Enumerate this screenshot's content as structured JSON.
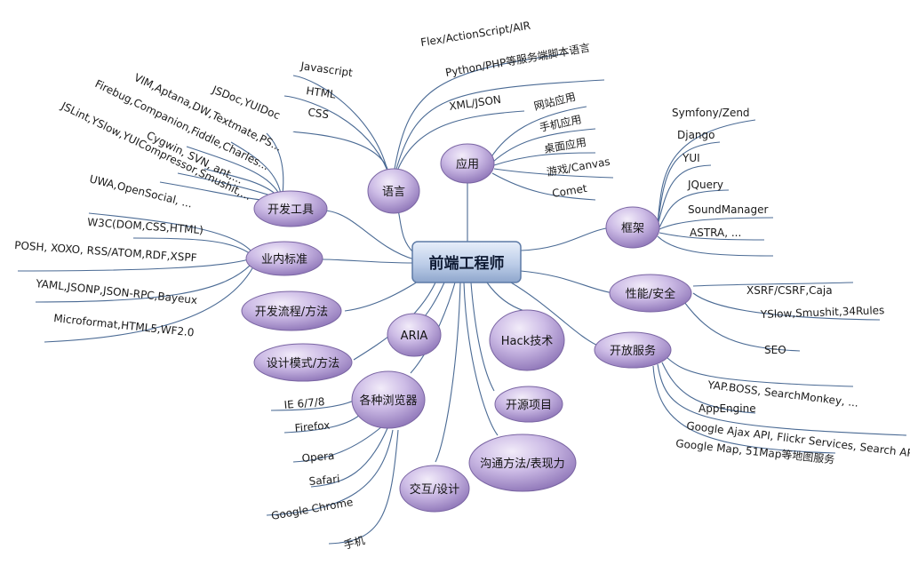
{
  "center": {
    "label": "前端工程师"
  },
  "nodes": {
    "yuyan": "语言",
    "yingyong": "应用",
    "kuangjia": "框架",
    "kaifagongju": "开发工具",
    "yeneibiaozhun": "业内标准",
    "kaifaliucheng": "开发流程/方法",
    "aria": "ARIA",
    "hack": "Hack技术",
    "xingneng": "性能/安全",
    "kaifangfuwu": "开放服务",
    "shejimoshi": "设计模式/方法",
    "liulanqi": "各种浏览器",
    "kaiyuan": "开源项目",
    "goutong": "沟通方法/表现力",
    "jiaohu": "交互/设计"
  },
  "leaves": {
    "flex": "Flex/ActionScript/AIR",
    "python": "Python/PHP等服务端脚本语言",
    "xml": "XML/JSON",
    "javascript": "Javascript",
    "html": "HTML",
    "css": "CSS",
    "wangzhan": "网站应用",
    "shouji_app": "手机应用",
    "zhuomian": "桌面应用",
    "youxi": "游戏/Canvas",
    "comet": "Comet",
    "symfony": "Symfony/Zend",
    "django": "Django",
    "yui": "YUI",
    "jquery": "JQuery",
    "soundmanager": "SoundManager",
    "astra": "ASTRA, ...",
    "jsdoc": "JSDoc,YUIDoc",
    "vim": "VIM,Aptana,DW,Textmate,PS...",
    "firebug": "Firebug,Companion,Fiddle,Charles...",
    "cygwin": "Cygwin, SVN, ant,...",
    "jslint": "JSLint,YSlow,YUICompressor,Smushit,...",
    "uwa": "UWA,OpenSocial, ...",
    "w3c": "W3C(DOM,CSS,HTML)",
    "posh": "POSH, XOXO, RSS/ATOM,RDF,XSPF",
    "yaml": "YAML,JSONP,JSON-RPC,Bayeux",
    "microformat": "Microformat,HTML5,WF2.0",
    "xsrf": "XSRF/CSRF,Caja",
    "yslow": "YSlow,Smushit,34Rules",
    "seo": "SEO",
    "yap": "YAP.BOSS, SearchMonkey, ...",
    "appengine": "AppEngine",
    "googleajax": "Google Ajax API, Flickr Services, Search API...",
    "googlemap": "Google Map, 51Map等地图服务",
    "ie": "IE 6/7/8",
    "firefox": "Firefox",
    "opera": "Opera",
    "safari": "Safari",
    "chrome": "Google Chrome",
    "shouji": "手机"
  }
}
